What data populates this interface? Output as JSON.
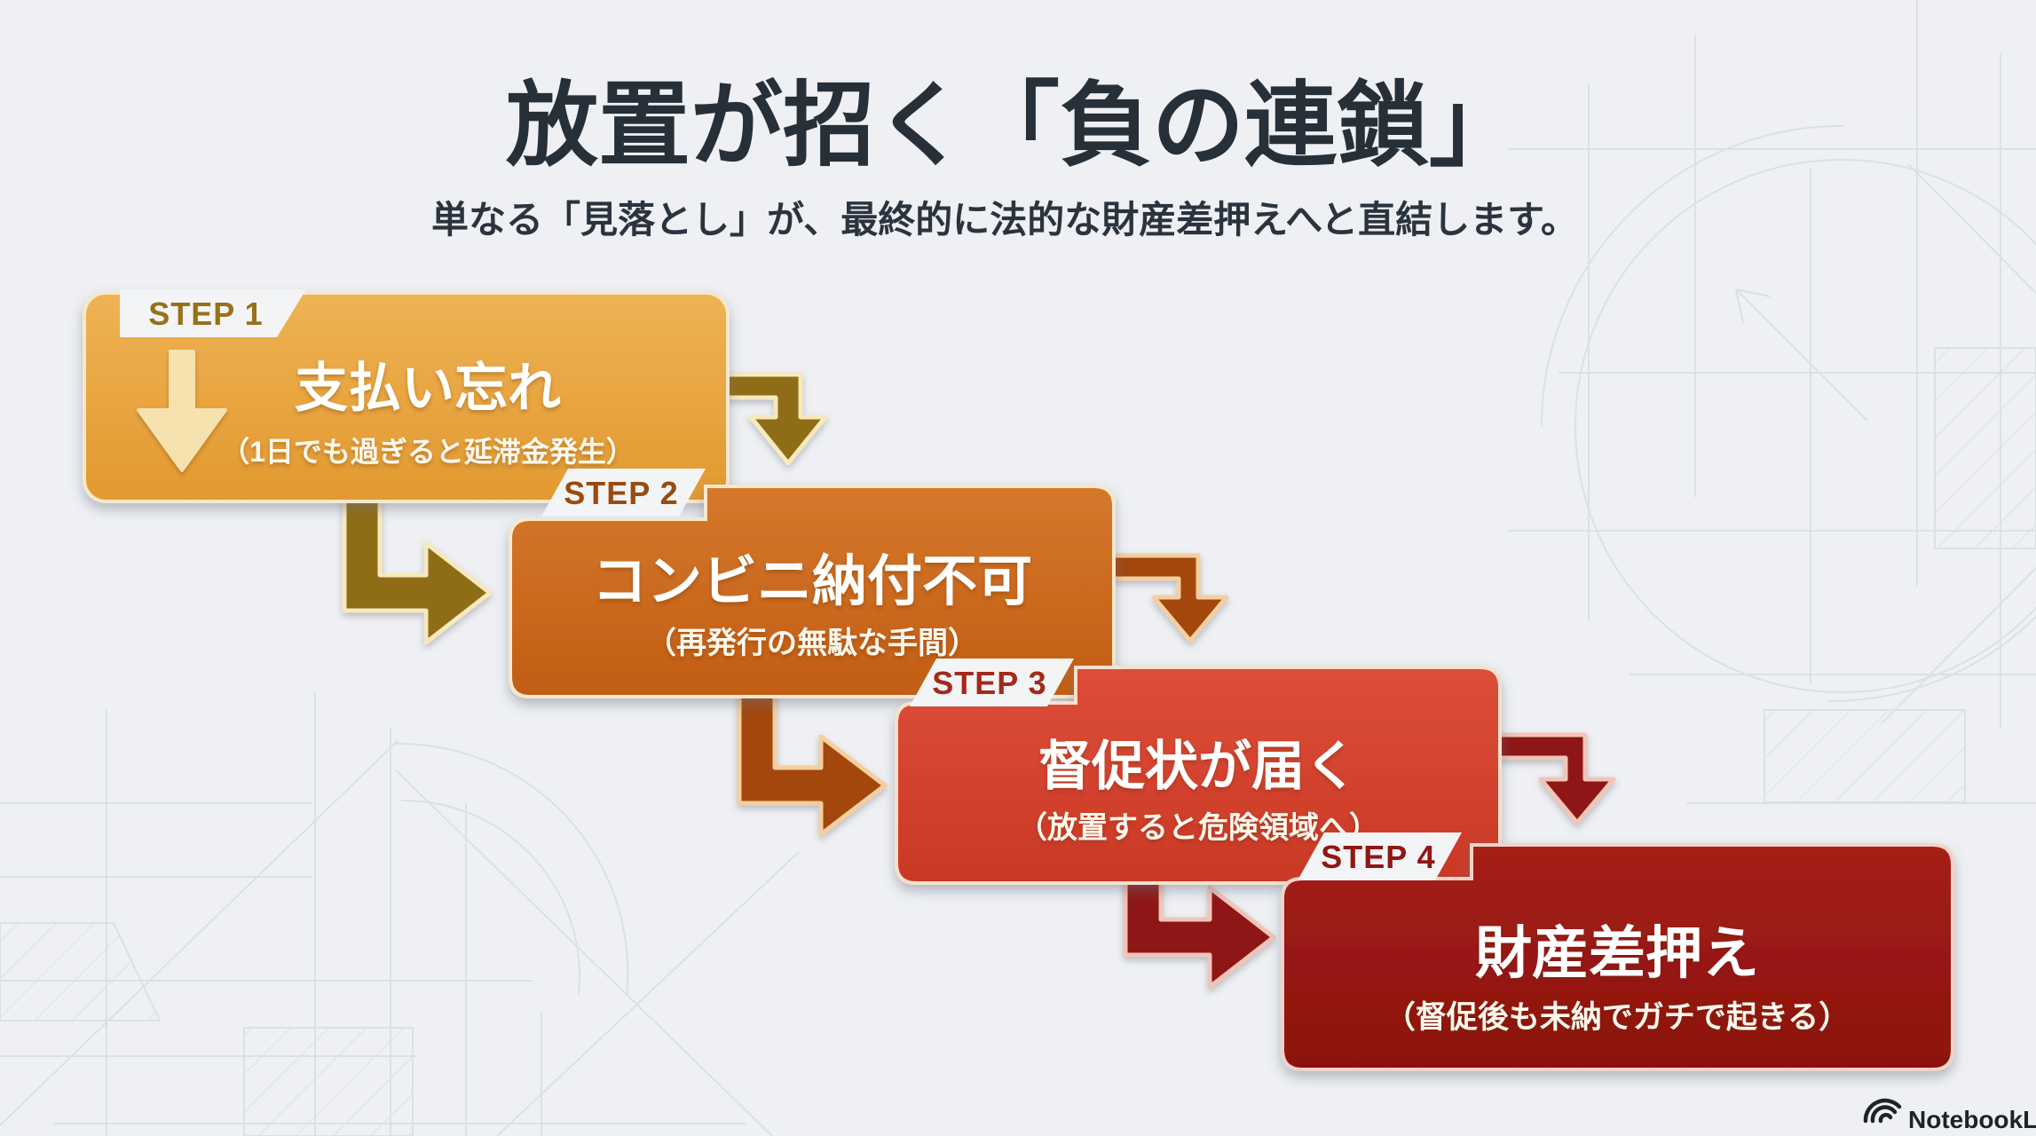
{
  "title": "放置が招く「負の連鎖」",
  "subtitle": "単なる「見落とし」が、最終的に法的な財産差押えへと直結します。",
  "steps": [
    {
      "label": "STEP 1",
      "heading": "支払い忘れ",
      "note": "（1日でも過ぎると延滞金発生）",
      "box_color": "#E8A23C",
      "label_color": "#997019",
      "arrow_color": "#8F6C12"
    },
    {
      "label": "STEP 2",
      "heading": "コンビニ納付不可",
      "note": "（再発行の無駄な手間）",
      "box_color": "#C8651B",
      "label_color": "#9A4B10",
      "arrow_color": "#A34710"
    },
    {
      "label": "STEP 3",
      "heading": "督促状が届く",
      "note": "（放置すると危険領域へ）",
      "box_color": "#D23F2C",
      "label_color": "#A3291B",
      "arrow_color": "#8E1712"
    },
    {
      "label": "STEP 4",
      "heading": "財産差押え",
      "note": "（督促後も未納でガチで起きる）",
      "box_color": "#99150F",
      "label_color": "#901712",
      "arrow_color": "#8E1712"
    }
  ],
  "footer": {
    "brand": "NotebookLM"
  },
  "style": {
    "background": "#EEF0F3",
    "title_color": "#272F38",
    "blueprint_line_color": "#C7CDD8",
    "box_border_color": "#F6E8CD",
    "text_color": "#FFFFFF"
  }
}
